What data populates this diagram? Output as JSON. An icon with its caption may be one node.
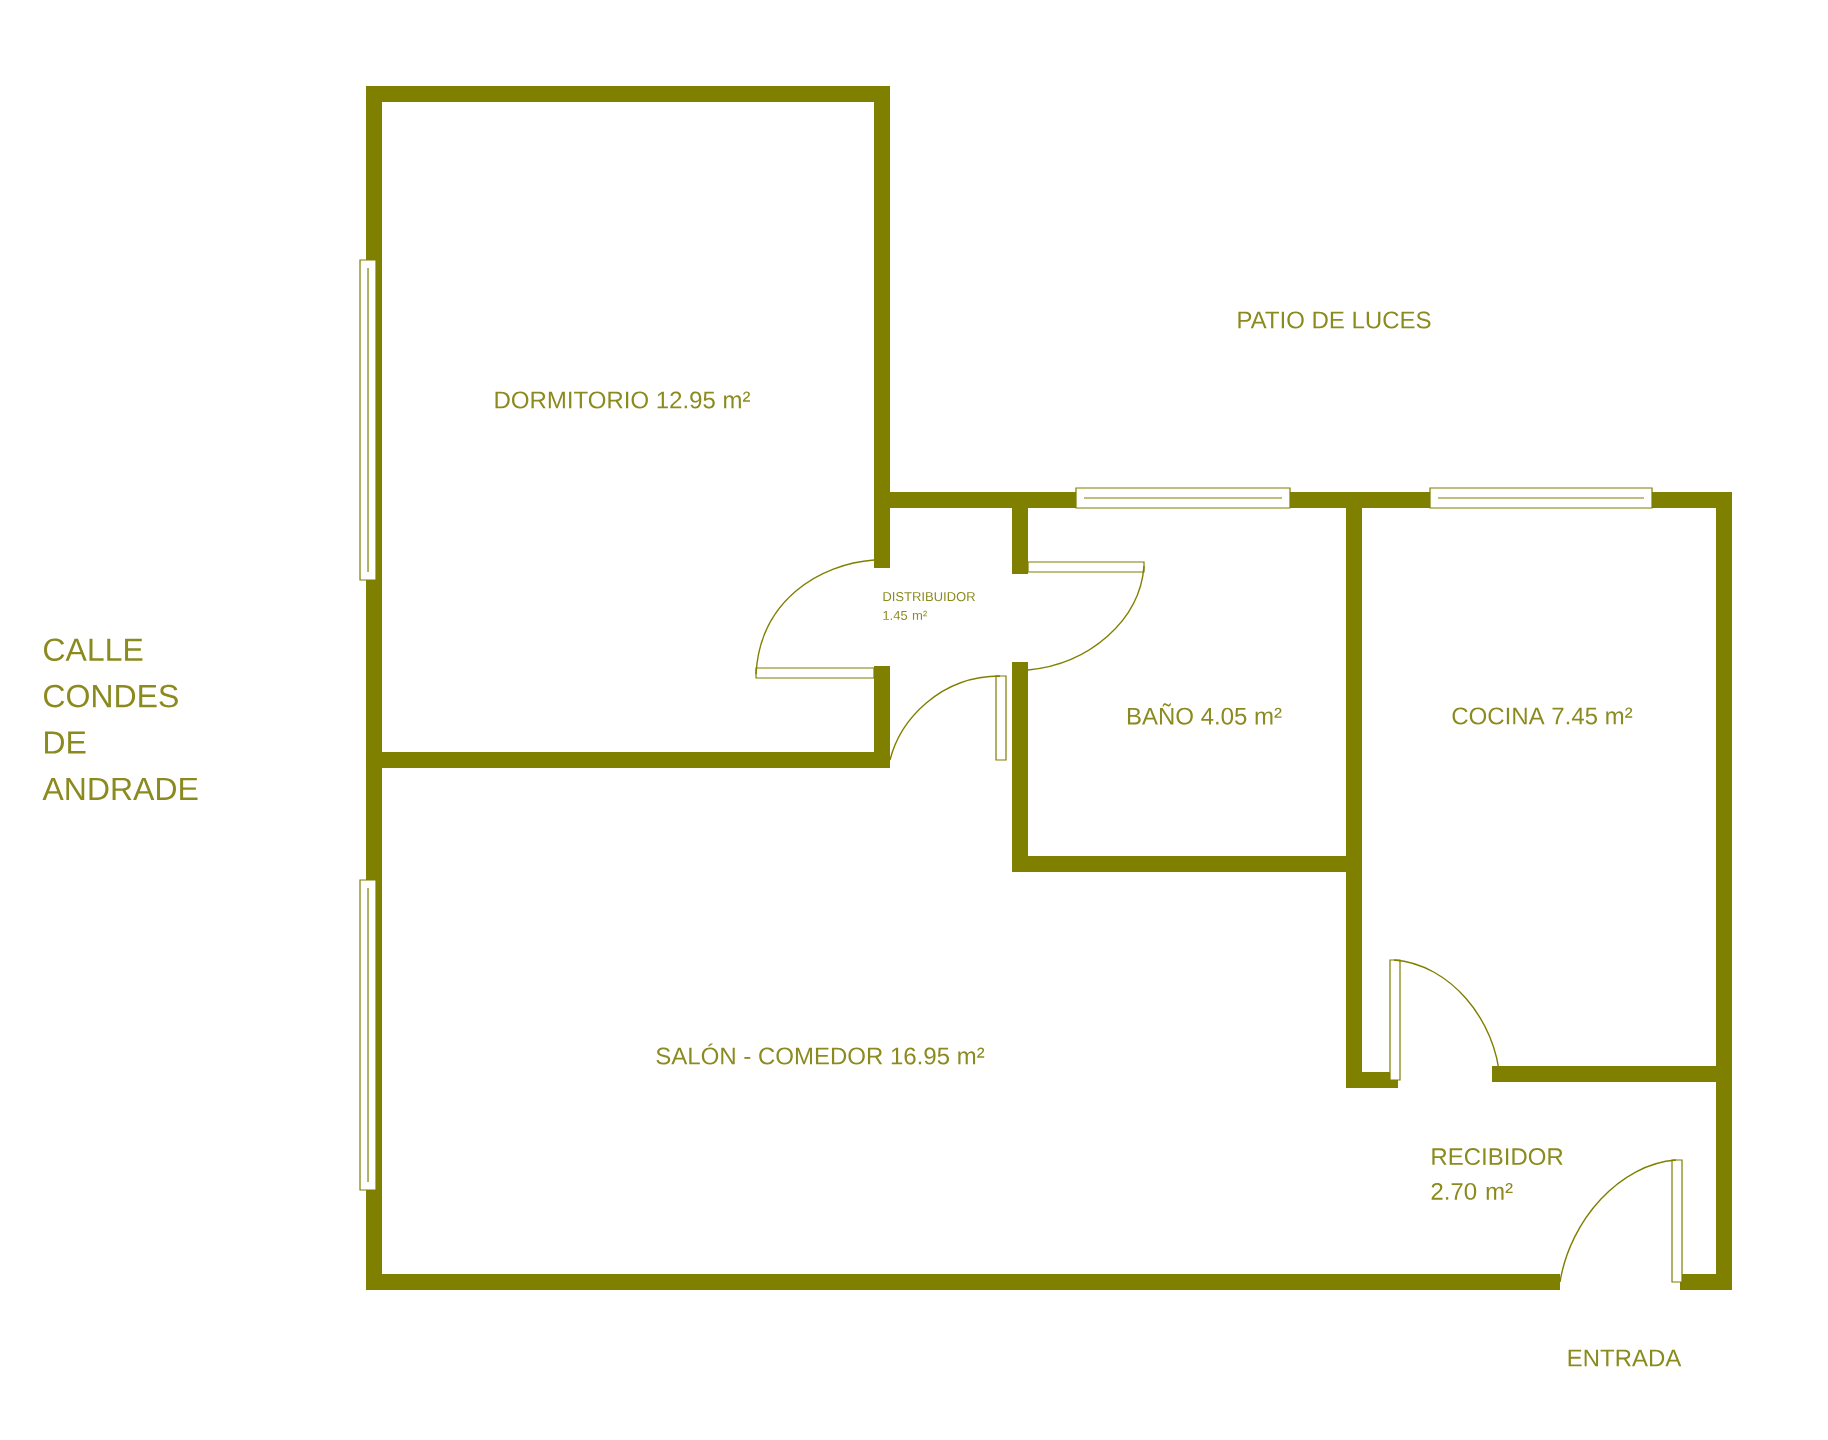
{
  "diagram": {
    "labels": [
      "PATIO DE LUCES",
      "DORMITORIO 12.95 m²",
      "CALLE CONDES DE ANDRADE",
      "DISTRIBUIDOR 1.45 m²",
      "BAÑO 4.05 m²",
      "COCINA 7.45 m²",
      "SALÓN - COMEDOR 16.95 m²",
      "RECIBIDOR 2.70 m²",
      "ENTRADA"
    ]
  }
}
